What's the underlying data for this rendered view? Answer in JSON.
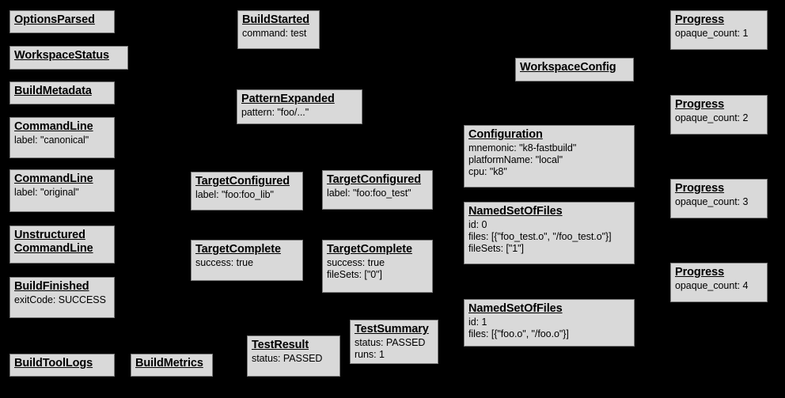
{
  "graph": {
    "background_color": "#000000",
    "node_fill": "#d9d9d9",
    "node_border": "#7a7a7a",
    "nodes": [
      {
        "title": "OptionsParsed",
        "fields": []
      },
      {
        "title": "WorkspaceStatus",
        "fields": []
      },
      {
        "title": "BuildMetadata",
        "fields": []
      },
      {
        "title": "CommandLine",
        "fields": [
          "label: \"canonical\""
        ]
      },
      {
        "title": "CommandLine",
        "fields": [
          "label: \"original\""
        ]
      },
      {
        "title": "Unstructured CommandLine",
        "fields": []
      },
      {
        "title": "BuildFinished",
        "fields": [
          "exitCode: SUCCESS"
        ]
      },
      {
        "title": "BuildToolLogs",
        "fields": []
      },
      {
        "title": "BuildMetrics",
        "fields": []
      },
      {
        "title": "BuildStarted",
        "fields": [
          "command: test"
        ]
      },
      {
        "title": "PatternExpanded",
        "fields": [
          "pattern: \"foo/...\""
        ]
      },
      {
        "title": "TargetConfigured",
        "fields": [
          "label: \"foo:foo_lib\""
        ]
      },
      {
        "title": "TargetConfigured",
        "fields": [
          "label: \"foo:foo_test\""
        ]
      },
      {
        "title": "TargetComplete",
        "fields": [
          "success: true"
        ]
      },
      {
        "title": "TargetComplete",
        "fields": [
          "success: true",
          "fileSets: [\"0\"]"
        ]
      },
      {
        "title": "TestResult",
        "fields": [
          "status: PASSED"
        ]
      },
      {
        "title": "TestSummary",
        "fields": [
          "status: PASSED",
          "runs: 1"
        ]
      },
      {
        "title": "WorkspaceConfig",
        "fields": []
      },
      {
        "title": "Configuration",
        "fields": [
          "mnemonic: \"k8-fastbuild\"",
          "platformName: \"local\"",
          "cpu: \"k8\""
        ]
      },
      {
        "title": "NamedSetOfFiles",
        "fields": [
          "id: 0",
          "files: [{\"foo_test.o\", \"/foo_test.o\"}]",
          "fileSets: [\"1\"]"
        ]
      },
      {
        "title": "NamedSetOfFiles",
        "fields": [
          "id: 1",
          "files: [{\"foo.o\", \"/foo.o\"}]"
        ]
      },
      {
        "title": "Progress",
        "fields": [
          "opaque_count: 1"
        ]
      },
      {
        "title": "Progress",
        "fields": [
          "opaque_count: 2"
        ]
      },
      {
        "title": "Progress",
        "fields": [
          "opaque_count: 3"
        ]
      },
      {
        "title": "Progress",
        "fields": [
          "opaque_count: 4"
        ]
      }
    ]
  }
}
